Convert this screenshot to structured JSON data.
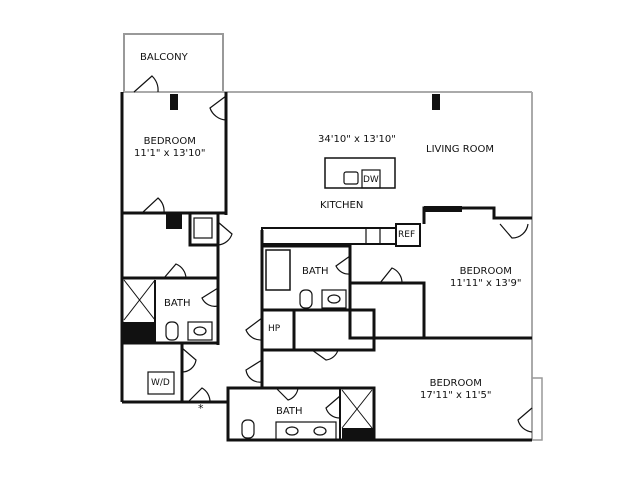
{
  "floorplan": {
    "rooms": [
      {
        "id": "balcony",
        "name": "BALCONY",
        "dims": ""
      },
      {
        "id": "bedroom1",
        "name": "BEDROOM",
        "dims": "11'1\" x 13'10\""
      },
      {
        "id": "living",
        "name": "LIVING ROOM",
        "dims": "34'10\" x 13'10\""
      },
      {
        "id": "kitchen",
        "name": "KITCHEN",
        "dims": ""
      },
      {
        "id": "bedroom2",
        "name": "BEDROOM",
        "dims": "11'11\" x 13'9\""
      },
      {
        "id": "bedroom3",
        "name": "BEDROOM",
        "dims": "17'11\" x 11'5\""
      },
      {
        "id": "bath1",
        "name": "BATH",
        "dims": ""
      },
      {
        "id": "bath2",
        "name": "BATH",
        "dims": ""
      },
      {
        "id": "bath3",
        "name": "BATH",
        "dims": ""
      }
    ],
    "fixtures": {
      "dishwasher": "DW",
      "refrigerator": "REF",
      "heat_pump": "HP",
      "washer_dryer": "W/D",
      "note_marker": "*"
    },
    "colors": {
      "wall": "#111111",
      "window": "#aaaaaa",
      "background": "#ffffff"
    }
  }
}
